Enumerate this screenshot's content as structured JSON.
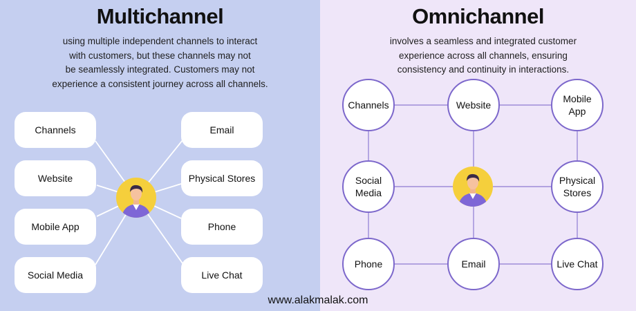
{
  "left": {
    "title": "Multichannel",
    "description": [
      "using multiple independent channels to interact",
      "with customers, but these channels may not",
      "be seamlessly integrated. Customers may not",
      "experience a consistent journey across all channels."
    ],
    "items_left": [
      "Channels",
      "Website",
      "Mobile App",
      "Social Media"
    ],
    "items_right": [
      "Email",
      "Physical Stores",
      "Phone",
      "Live Chat"
    ]
  },
  "right": {
    "title": "Omnichannel",
    "description": [
      "involves a seamless and integrated customer",
      "experience across all channels, ensuring",
      "consistency and continuity in interactions."
    ],
    "nodes": {
      "channels": [
        "Channels"
      ],
      "website": [
        "Website"
      ],
      "mobile_app": [
        "Mobile",
        "App"
      ],
      "social_media": [
        "Social",
        "Media"
      ],
      "physical_stores": [
        "Physical",
        "Stores"
      ],
      "phone": [
        "Phone"
      ],
      "email": [
        "Email"
      ],
      "live_chat": [
        "Live Chat"
      ]
    }
  },
  "footer": "www.alakmalak.com",
  "colors": {
    "left_bg": "#c5cff0",
    "right_bg": "#efe6f9",
    "accent": "#7c67cb",
    "avatar_bg": "#f5cf3c",
    "shirt": "#7e66d6"
  },
  "icons": [
    "person-avatar-icon"
  ]
}
